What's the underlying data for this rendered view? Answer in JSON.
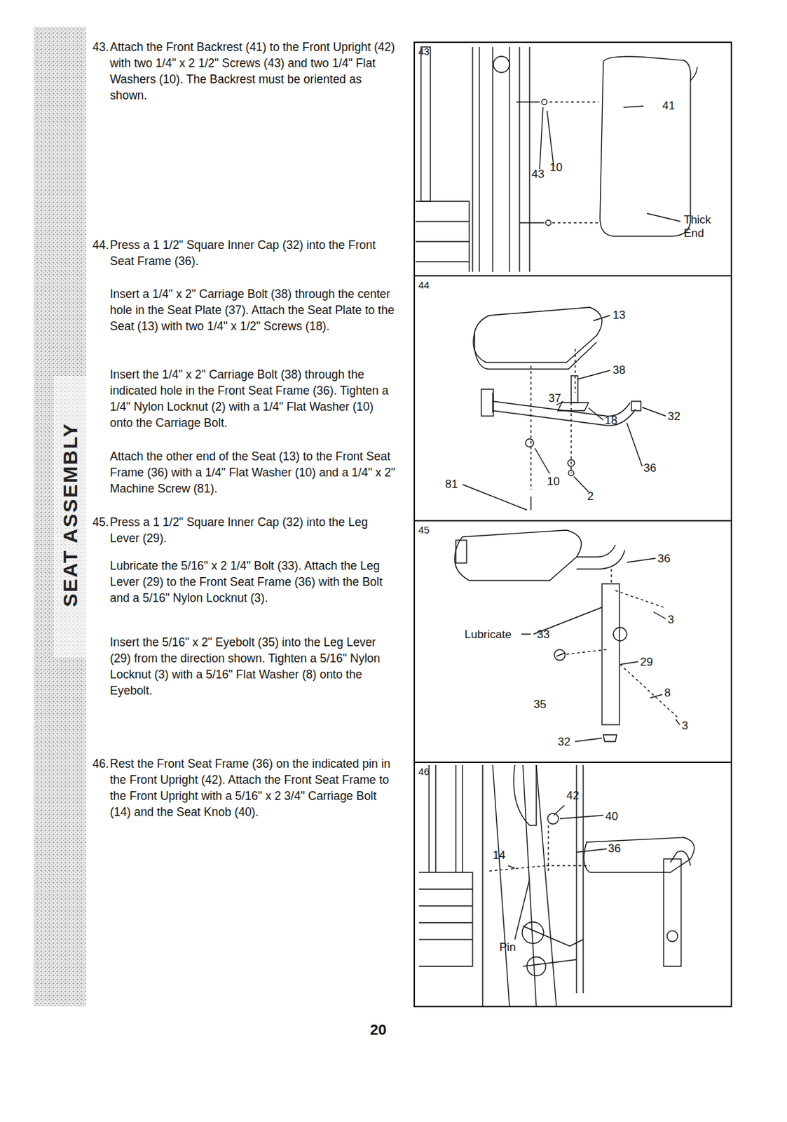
{
  "diagram": {
    "nodes": [
      {
        "text": [
          "43"
        ]
      },
      {
        "text": [
          "44"
        ]
      },
      {
        "text": [
          "45"
        ]
      },
      {
        "text": [
          "46"
        ]
      }
    ],
    "labels": [
      "43.",
      "Attach the Front Backrest (41) to the Front Upright (42) with two 1/4\" x 2 1/2\" Screws (43) and two 1/4\" Flat Washers (10). The Backrest must be oriented as shown.",
      "44.",
      "Press a 1 1/2\" Square Inner Cap (32) into the Front Seat Frame (36).",
      "Insert a 1/4\" x 2\" Carriage Bolt (38) through the center hole in the Seat Plate (37). Attach the Seat Plate to the Seat (13) with two 1/4\" x 1/2\" Screws (18).",
      "Insert the 1/4\" x 2\" Carriage Bolt (38) through the indicated hole in the Front Seat Frame (36). Tighten a 1/4\" Nylon Locknut (2) with a 1/4\" Flat Washer (10) onto the Carriage Bolt.",
      "Attach the other end of the Seat (13) to the Front Seat Frame (36) with a 1/4\" Flat Washer (10) and a 1/4\" x 2\" Machine Screw (81).",
      "45.",
      "Press a 1 1/2\" Square Inner Cap (32) into the Leg Lever (29).",
      "Lubricate the 5/16\" x 2 1/4\" Bolt (33). Attach the Leg Lever (29) to the Front Seat Frame (36) with the Bolt and a 5/16\" Nylon Locknut (3).",
      "Insert the 5/16\" x 2\" Eyebolt (35) into the Leg Lever (29) from the direction shown. Tighten a 5/16\" Nylon Locknut (3) with a 5/16\" Flat Washer (8) onto the Eyebolt.",
      "46.",
      "Rest the Front Seat Frame (36) on the indicated pin in the Front Upright (42). Attach the Front Seat Frame to the Front Upright with a 5/16\" x 2 3/4\" Carriage Bolt (14) and the Seat Knob (40).",
      "SEAT ASSEMBLY",
      "41",
      "43",
      "10",
      "Thick End",
      "13",
      "38",
      "37",
      "18",
      "32",
      "36",
      "81",
      "10",
      "2",
      "36",
      "3",
      "Lubricate",
      "33",
      "29",
      "8",
      "35",
      "3",
      "32",
      "42",
      "40",
      "36",
      "14",
      "Pin",
      "20"
    ]
  }
}
